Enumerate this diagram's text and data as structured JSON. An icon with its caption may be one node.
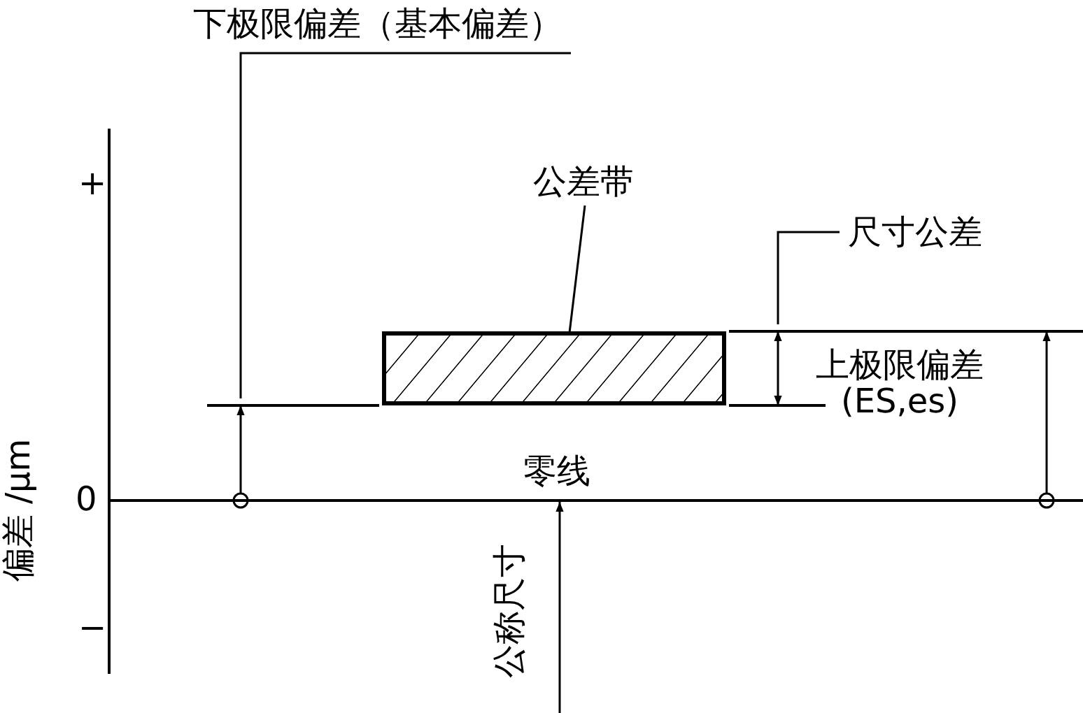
{
  "diagram": {
    "nodes": [
      {
        "text": [
          "下极限偏差（基本偏差）"
        ]
      },
      {
        "text": [
          "公差带"
        ]
      },
      {
        "text": [],
        "shape": "box"
      },
      {
        "text": [
          "尺寸公差"
        ]
      }
    ],
    "edges": [
      {
        "from": 0,
        "to": null,
        "arrow": "none"
      },
      {
        "from": 1,
        "to": 2,
        "arrow": "none"
      },
      {
        "from": 3,
        "to": null,
        "arrow": "none"
      }
    ],
    "labels": [
      "+",
      "0",
      "−",
      "偏差 /μm",
      "上极限偏差 (ES,es)",
      "零线",
      "公称尺寸"
    ]
  }
}
